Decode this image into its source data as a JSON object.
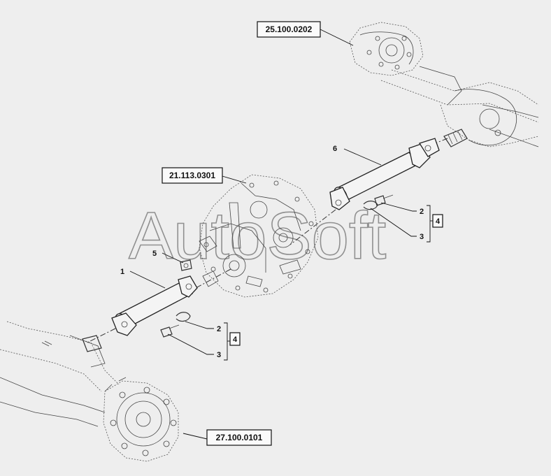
{
  "references": {
    "front_axle": "25.100.0202",
    "transmission": "21.113.0301",
    "rear_axle": "27.100.0101"
  },
  "callouts": {
    "c1": "1",
    "c5": "5",
    "c6": "6",
    "lower_2": "2",
    "lower_3": "3",
    "lower_4": "4",
    "upper_2": "2",
    "upper_3": "3",
    "upper_4": "4"
  },
  "watermark": "AutoSoft",
  "colors": {
    "background": "#eeeeee",
    "line": "#222222"
  }
}
